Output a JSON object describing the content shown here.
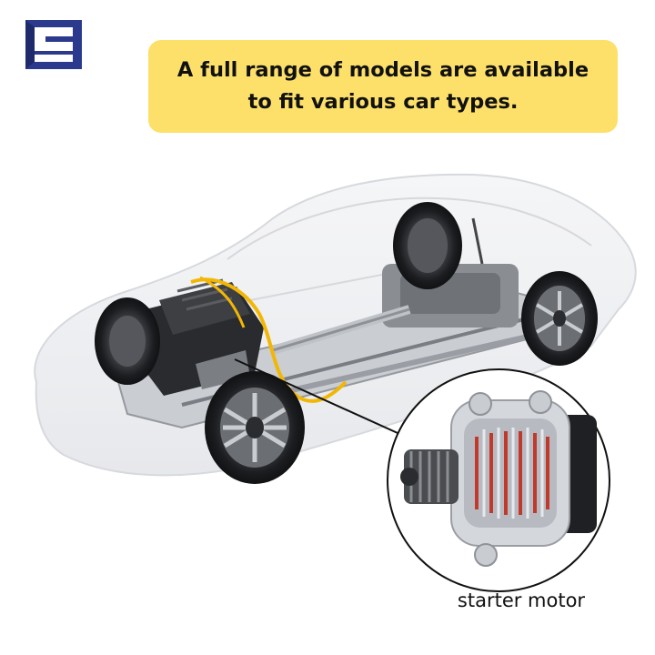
{
  "banner": {
    "text": "A full range of models are available\nto fit various car types.",
    "bg_color": "#fde06a"
  },
  "brand": {
    "logo_color": "#2b3a8c",
    "logo_icon": "stacked-blocks-logo-icon"
  },
  "illustration": {
    "subject": "transparent car chassis",
    "highlight_color": "#f2b705"
  },
  "callout": {
    "label": "starter motor"
  }
}
